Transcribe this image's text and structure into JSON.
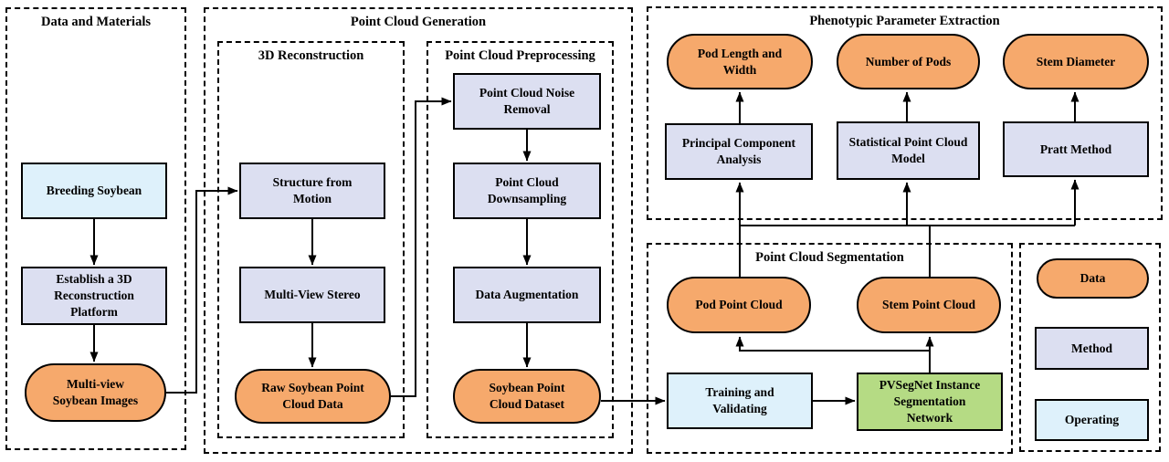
{
  "sections": {
    "data_and_materials": "Data and Materials",
    "point_cloud_generation": "Point Cloud Generation",
    "reconstruction_3d": "3D Reconstruction",
    "point_cloud_preprocessing": "Point Cloud Preprocessing",
    "phenotypic_parameter_extraction": "Phenotypic Parameter Extraction",
    "point_cloud_segmentation": "Point Cloud Segmentation"
  },
  "nodes": {
    "breeding_soybean": {
      "label": "Breeding Soybean",
      "type": "operating"
    },
    "establish_platform": {
      "label": "Establish a 3D\nReconstruction\nPlatform",
      "type": "method"
    },
    "multi_view_images": {
      "label": "Multi-view\nSoybean Images",
      "type": "data"
    },
    "structure_from_motion": {
      "label": "Structure from\nMotion",
      "type": "method"
    },
    "multi_view_stereo": {
      "label": "Multi-View Stereo",
      "type": "method"
    },
    "raw_point_cloud": {
      "label": "Raw Soybean Point\nCloud Data",
      "type": "data"
    },
    "noise_removal": {
      "label": "Point Cloud Noise\nRemoval",
      "type": "method"
    },
    "downsampling": {
      "label": "Point Cloud\nDownsampling",
      "type": "method"
    },
    "data_augmentation": {
      "label": "Data Augmentation",
      "type": "method"
    },
    "dataset": {
      "label": "Soybean Point\nCloud Dataset",
      "type": "data"
    },
    "training_validating": {
      "label": "Training and\nValidating",
      "type": "operating"
    },
    "pvsegnet": {
      "label": "PVSegNet Instance\nSegmentation\nNetwork",
      "type": "network"
    },
    "pod_point_cloud": {
      "label": "Pod Point Cloud",
      "type": "data"
    },
    "stem_point_cloud": {
      "label": "Stem Point Cloud",
      "type": "data"
    },
    "pca": {
      "label": "Principal Component\nAnalysis",
      "type": "method"
    },
    "statistical_model": {
      "label": "Statistical Point Cloud\nModel",
      "type": "method"
    },
    "pratt_method": {
      "label": "Pratt Method",
      "type": "method"
    },
    "pod_length_width": {
      "label": "Pod Length and\nWidth",
      "type": "data"
    },
    "number_of_pods": {
      "label": "Number of Pods",
      "type": "data"
    },
    "stem_diameter": {
      "label": "Stem Diameter",
      "type": "data"
    }
  },
  "legend": {
    "items": [
      {
        "label": "Data",
        "type": "data"
      },
      {
        "label": "Method",
        "type": "method"
      },
      {
        "label": "Operating",
        "type": "operating"
      }
    ]
  },
  "colors": {
    "data": "#F6A96C",
    "method": "#DCDFF1",
    "operating": "#DEF1FB",
    "network": "#B5DB84",
    "border": "#000000"
  }
}
